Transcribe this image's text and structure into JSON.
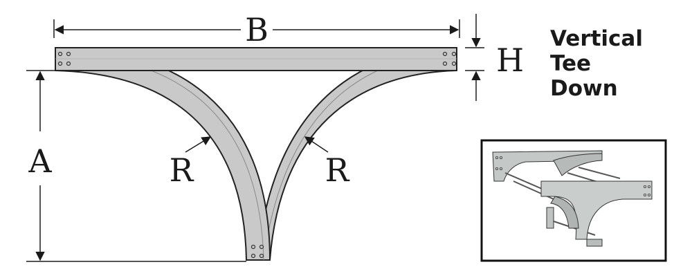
{
  "title": {
    "line1": "Vertical",
    "line2": "Tee",
    "line3": "Down"
  },
  "labels": {
    "width": "B",
    "height": "H",
    "leg": "A",
    "radius_left": "R",
    "radius_right": "R"
  },
  "colors": {
    "tray_fill": "#c9c9c9",
    "outline": "#222222",
    "inset_frame": "#111111"
  }
}
